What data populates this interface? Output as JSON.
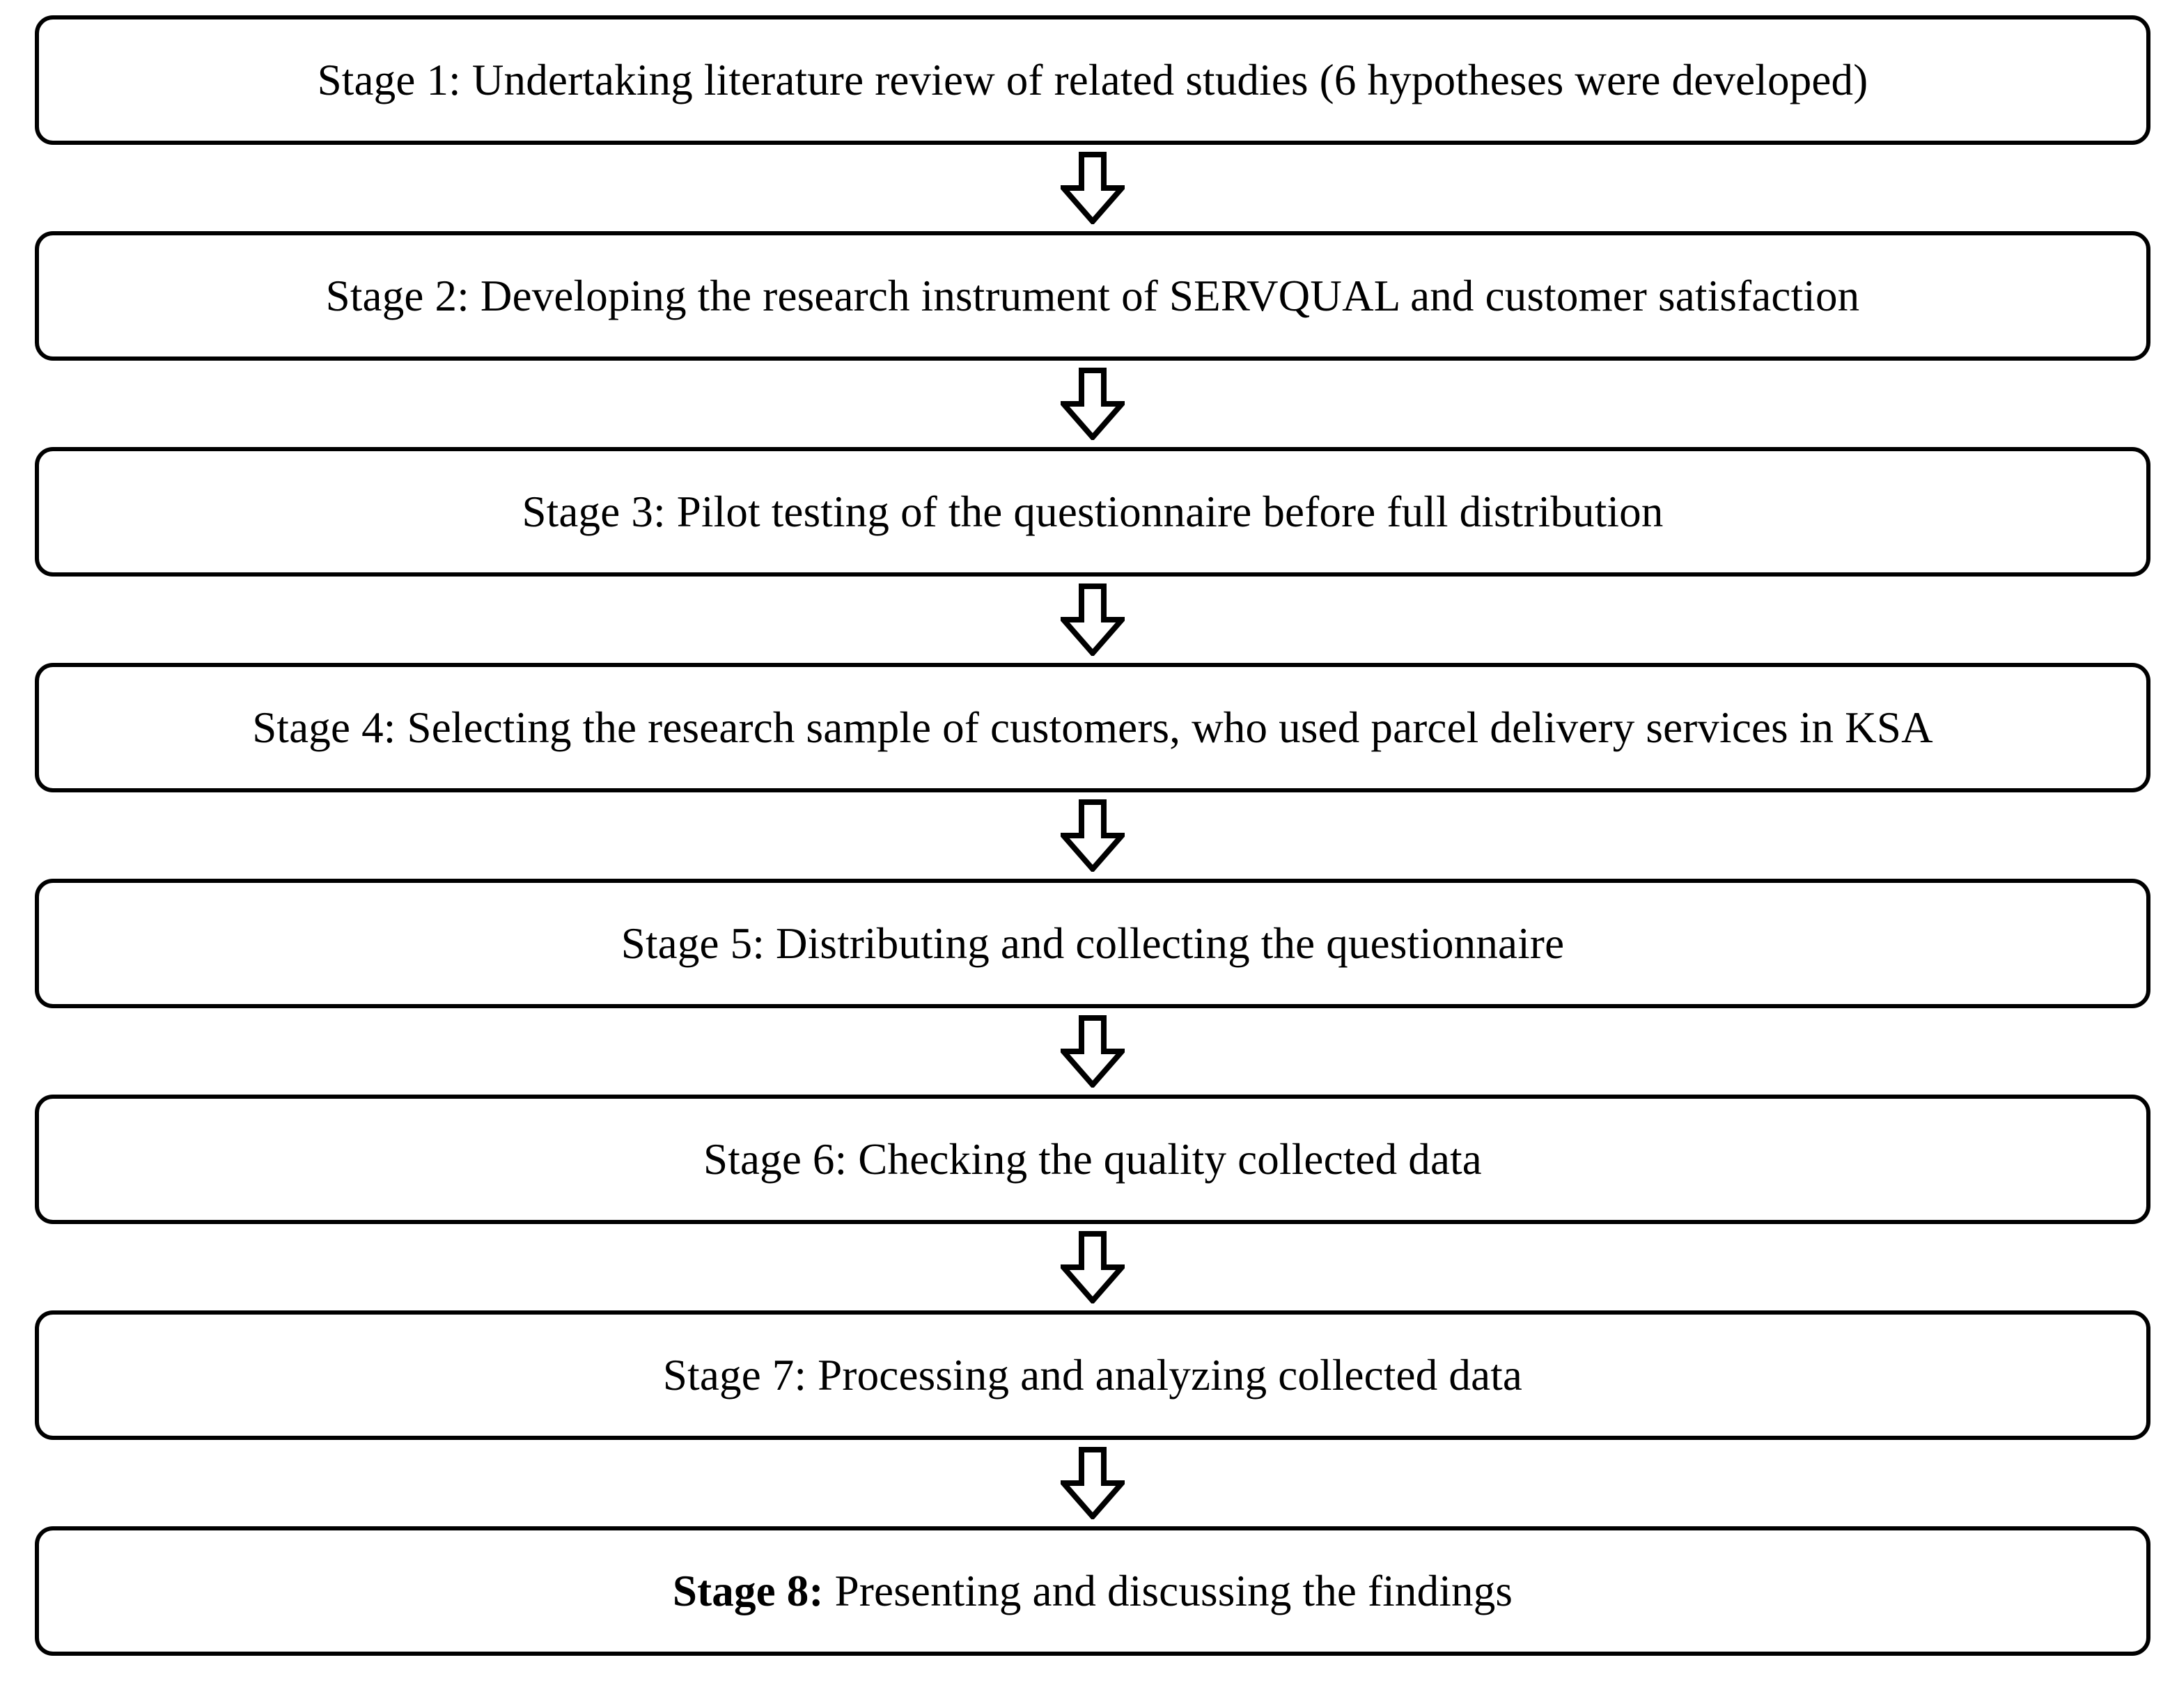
{
  "diagram": {
    "type": "flowchart",
    "orientation": "vertical",
    "title": "Research methodology stages flowchart",
    "node_count": 8,
    "connector_count": 7,
    "connector_icon": "arrow-down-icon",
    "colors": {
      "background": "#ffffff",
      "border": "#000000",
      "text": "#000000",
      "arrow_fill": "#ffffff",
      "arrow_stroke": "#000000"
    },
    "stages": [
      {
        "id": "stage-1",
        "prefix": "Stage 1:",
        "prefix_bold": false,
        "body": " Undertaking literature review of related studies (6 hypotheses were developed)",
        "text": "Stage 1: Undertaking literature review of related studies (6 hypotheses were developed)"
      },
      {
        "id": "stage-2",
        "prefix": "Stage 2:",
        "prefix_bold": false,
        "body": " Developing the research instrument of SERVQUAL and customer satisfaction",
        "text": "Stage 2: Developing the research instrument of SERVQUAL and customer satisfaction"
      },
      {
        "id": "stage-3",
        "prefix": "Stage 3:",
        "prefix_bold": false,
        "body": " Pilot testing of the questionnaire before full distribution",
        "text": "Stage 3: Pilot testing of the questionnaire before full distribution"
      },
      {
        "id": "stage-4",
        "prefix": "Stage 4:",
        "prefix_bold": false,
        "body": " Selecting the research sample of customers, who used parcel delivery services in KSA",
        "text": "Stage 4: Selecting the research sample of customers, who used parcel delivery services in KSA"
      },
      {
        "id": "stage-5",
        "prefix": "Stage 5:",
        "prefix_bold": false,
        "body": " Distributing and collecting the questionnaire",
        "text": "Stage 5: Distributing and collecting the questionnaire"
      },
      {
        "id": "stage-6",
        "prefix": "Stage 6:",
        "prefix_bold": false,
        "body": " Checking the quality collected data",
        "text": "Stage 6: Checking the quality collected data"
      },
      {
        "id": "stage-7",
        "prefix": "Stage 7:",
        "prefix_bold": false,
        "body": " Processing and analyzing collected data",
        "text": "Stage 7: Processing and analyzing collected data"
      },
      {
        "id": "stage-8",
        "prefix": "Stage 8:",
        "prefix_bold": true,
        "body": " Presenting and discussing the findings",
        "text": "Stage 8: Presenting and discussing the findings"
      }
    ]
  }
}
